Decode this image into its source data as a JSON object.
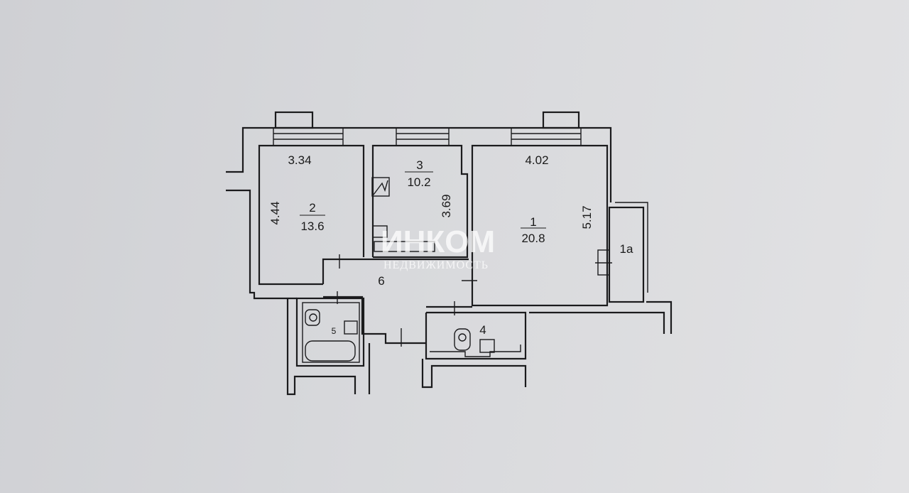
{
  "rooms": [
    {
      "number": "1",
      "area": "20.8",
      "width": "4.02",
      "length": "5.17"
    },
    {
      "number": "2",
      "area": "13.6",
      "width": "3.34",
      "length": "4.44"
    },
    {
      "number": "3",
      "area": "10.2",
      "length": "3.69"
    },
    {
      "number": "4"
    },
    {
      "number": "5"
    },
    {
      "number": "6"
    },
    {
      "number": "1a"
    }
  ],
  "watermark": {
    "brand": "ИНКОМ",
    "subtitle": "НЕДВИЖИМОСТЬ"
  }
}
